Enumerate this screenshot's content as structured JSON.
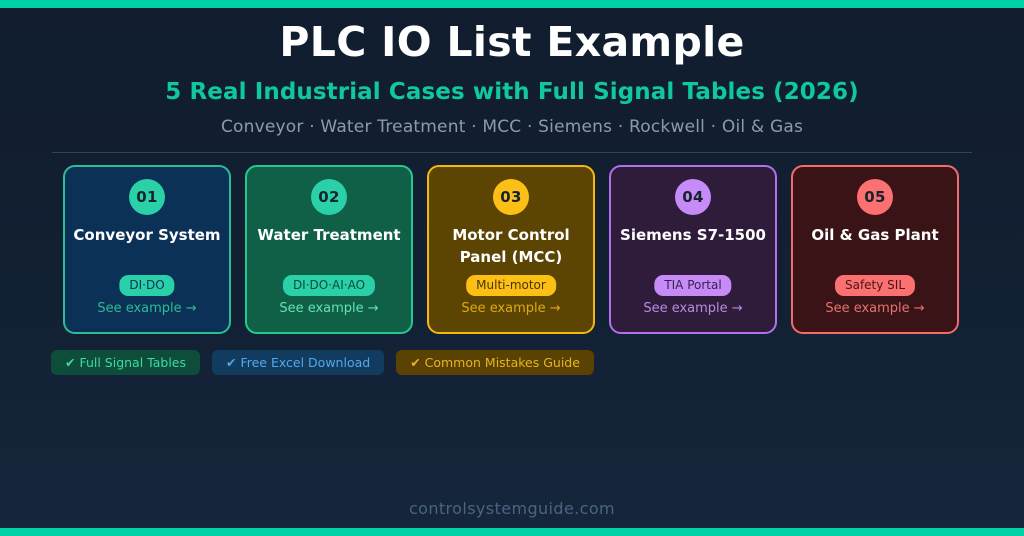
{
  "theme": {
    "accent_bar_color": "#00d2a8",
    "background_top": "#111d2e",
    "background_bottom": "#15263c",
    "divider_color": "#2c4564"
  },
  "header": {
    "title": "PLC IO List Example",
    "subtitle": "5 Real Industrial Cases with Full Signal Tables (2026)",
    "kicker": "Conveyor · Water Treatment · MCC · Siemens · Rockwell · Oil & Gas",
    "title_color": "#ffffff",
    "subtitle_color": "#10c8a0",
    "kicker_color": "#8a9bb0"
  },
  "cards": [
    {
      "number": "01",
      "title": "Conveyor System",
      "badge": "DI·DO",
      "link": "See example →",
      "bg_color": "#0c3157",
      "border_color": "#2bbd94",
      "circle_color": "#2ad1a8",
      "badge_bg": "#2ad1a8",
      "badge_text_color": "#0c3157",
      "link_color": "#2bbd94"
    },
    {
      "number": "02",
      "title": "Water Treatment",
      "badge": "DI·DO·AI·AO",
      "link": "See example →",
      "bg_color": "#106048",
      "border_color": "#24c98d",
      "circle_color": "#2ad1a8",
      "badge_bg": "#2ad1a8",
      "badge_text_color": "#0d4a38",
      "link_color": "#64e2b4"
    },
    {
      "number": "03",
      "title": "Motor Control Panel (MCC)",
      "badge": "Multi-motor",
      "link": "See example →",
      "bg_color": "#5c4402",
      "border_color": "#f5b90e",
      "circle_color": "#fbbf16",
      "badge_bg": "#fbbf16",
      "badge_text_color": "#4a3600",
      "link_color": "#e0a915"
    },
    {
      "number": "04",
      "title": "Siemens S7-1500",
      "badge": "TIA Portal",
      "link": "See example →",
      "bg_color": "#2f1c3a",
      "border_color": "#b46ef0",
      "circle_color": "#c78bf7",
      "badge_bg": "#c78bf7",
      "badge_text_color": "#3a2150",
      "link_color": "#b88ce0"
    },
    {
      "number": "05",
      "title": "Oil & Gas Plant",
      "badge": "Safety SIL",
      "link": "See example →",
      "bg_color": "#3a1316",
      "border_color": "#f56a6a",
      "circle_color": "#fb7070",
      "badge_bg": "#fb7070",
      "badge_text_color": "#4a1418",
      "link_color": "#e4736f"
    }
  ],
  "chips": [
    {
      "label": "✔ Full Signal Tables",
      "bg_color": "#0e4d39",
      "text_color": "#3fd9a4"
    },
    {
      "label": "✔ Free Excel Download",
      "bg_color": "#113c60",
      "text_color": "#54a8e8"
    },
    {
      "label": "✔ Common Mistakes Guide",
      "bg_color": "#5a4202",
      "text_color": "#e7b424"
    }
  ],
  "footer": {
    "text": "controlsystemguide.com",
    "text_color": "#4a647f"
  }
}
